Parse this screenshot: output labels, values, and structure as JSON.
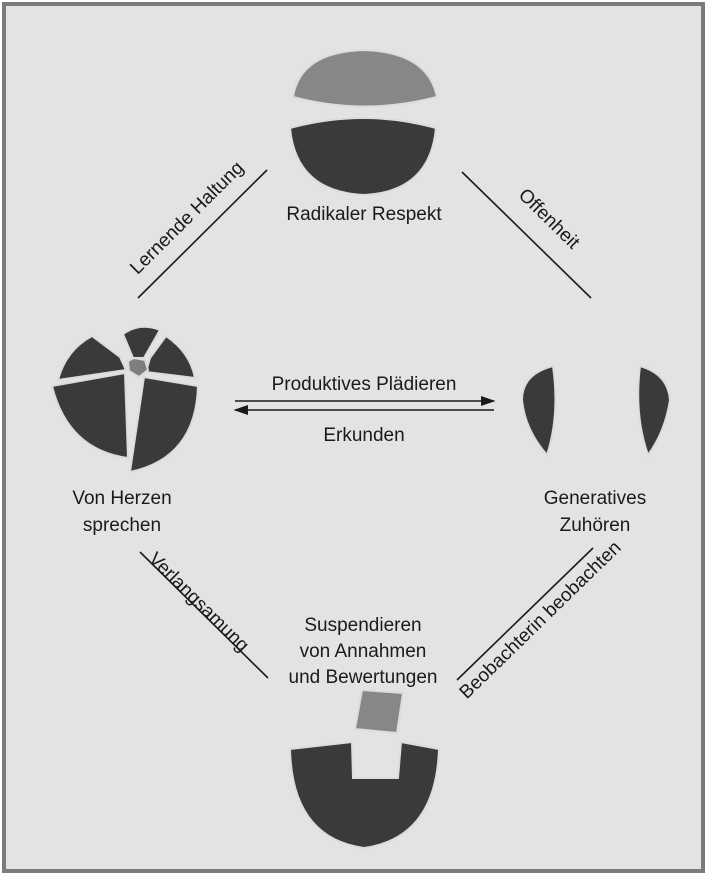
{
  "nodes": {
    "top": "Radikaler Respekt",
    "left_line1": "Von Herzen",
    "left_line2": "sprechen",
    "right_line1": "Generatives",
    "right_line2": "Zuhören",
    "bottom_line1": "Suspendieren",
    "bottom_line2": "von Annahmen",
    "bottom_line3": "und Bewertungen"
  },
  "edges": {
    "top_left": "Lernende Haltung",
    "top_right": "Offenheit",
    "bottom_left": "Verlangsamung",
    "bottom_right": "Beobachterin beobachten",
    "arrow_right": "Produktives Plädieren",
    "arrow_left": "Erkunden"
  },
  "colors": {
    "background": "#e3e3e3",
    "frame": "#7b7b7b",
    "shape_dark": "#3a3a3a",
    "shape_mid": "#878787",
    "text": "#1a1a1a"
  }
}
